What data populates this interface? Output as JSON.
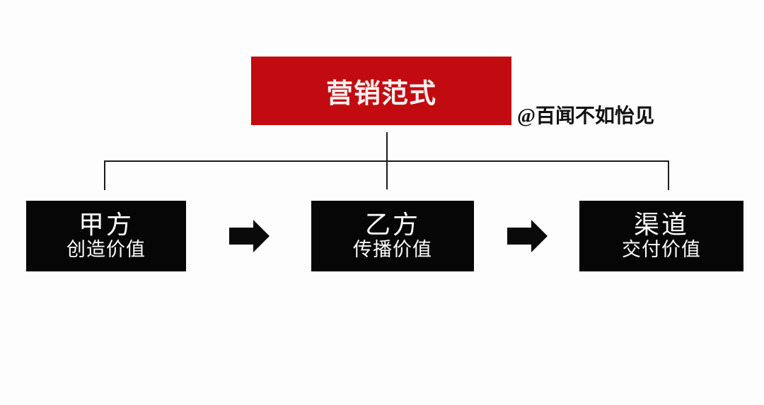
{
  "canvas": {
    "background": "#fdfdfd"
  },
  "header": {
    "title": "营销范式",
    "title_bg": "#c20b10",
    "title_color": "#faf0f0",
    "watermark": "@百闻不如怡见"
  },
  "flow": {
    "nodes": [
      {
        "title": "甲方",
        "subtitle": "创造价值"
      },
      {
        "title": "乙方",
        "subtitle": "传播价值"
      },
      {
        "title": "渠道",
        "subtitle": "交付价值"
      }
    ],
    "node_bg": "#060606",
    "node_text_color": "#ffffff",
    "connector_color": "#1b1b1b",
    "arrow_color": "#0a0a0a",
    "arrow_icon": "right-block-arrow"
  }
}
